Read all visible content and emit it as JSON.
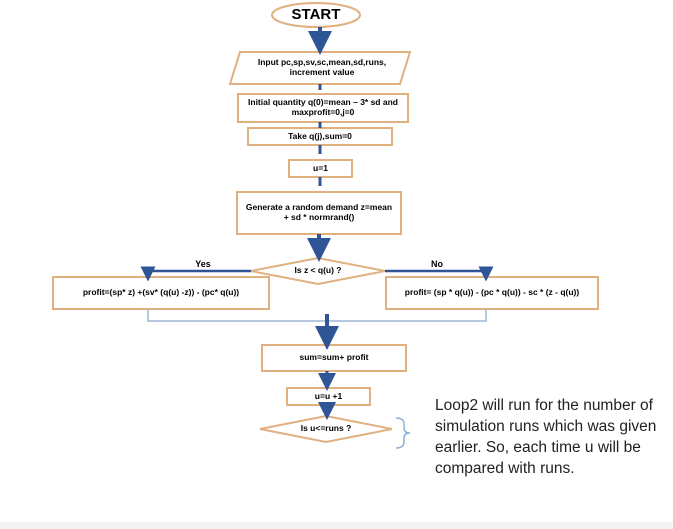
{
  "nodes": {
    "start": "START",
    "input": "Input pc,sp,sv,sc,mean,sd,runs, increment value",
    "init": "Initial quantity q(0)=mean – 3* sd and maxprofit=0,j=0",
    "take": "Take q(j),sum=0",
    "u_init": "u=1",
    "generate": "Generate a random demand z=mean + sd * normrand()",
    "decision1": "Is z < q(u) ?",
    "profit_yes": "profit=(sp* z) +(sv* (q(u) -z)) - (pc* q(u))",
    "profit_no": "profit= (sp * q(u)) - (pc * q(u)) - sc * (z - q(u))",
    "sum": "sum=sum+ profit",
    "u_inc": "u=u +1",
    "decision2": "Is u<=runs ?"
  },
  "edges": {
    "yes_label": "Yes",
    "no_label": "No"
  },
  "annotation": "Loop2 will run for the number of simulation runs which was given earlier. So, each time u will be compared with runs.",
  "colors": {
    "node_stroke": "#e0b080",
    "arrow_blue": "#2f5597",
    "connector_line": "#9db5d4",
    "brace": "#8eb0d9"
  }
}
